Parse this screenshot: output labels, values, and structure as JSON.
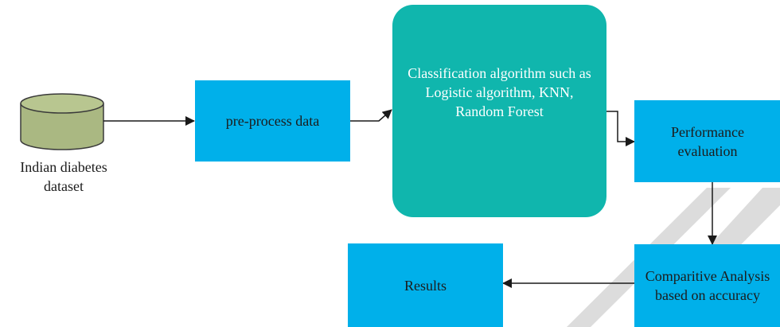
{
  "nodes": {
    "dataset": {
      "label": "Indian diabetes dataset"
    },
    "preprocess": {
      "label": "pre-process data"
    },
    "classification": {
      "label": "Classification algorithm such as Logistic algorithm, KNN, Random Forest"
    },
    "performance": {
      "label": "Performance evaluation"
    },
    "comparative": {
      "label": "Comparitive Analysis based on accuracy"
    },
    "results": {
      "label": "Results"
    }
  },
  "colors": {
    "process_box": "#00b0ea",
    "algorithm_box": "#10b6ad",
    "database_fill": "#aab882",
    "arrow": "#1a1a1a",
    "watermark": "#dcdcdc"
  }
}
